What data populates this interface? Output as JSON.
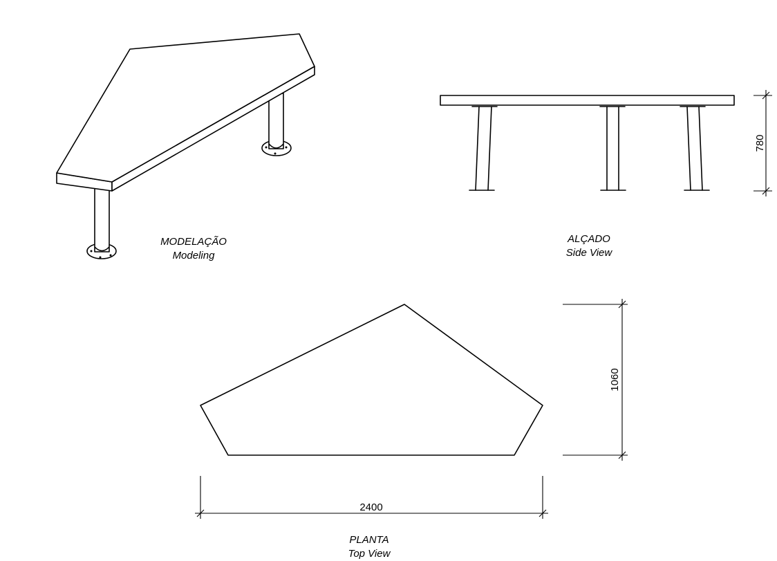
{
  "views": {
    "modeling": {
      "title_pt": "MODELAÇÃO",
      "title_en": "Modeling"
    },
    "side": {
      "title_pt": "ALÇADO",
      "title_en": "Side View",
      "height_dim": "780"
    },
    "top": {
      "title_pt": "PLANTA",
      "title_en": "Top View",
      "width_dim": "2400",
      "depth_dim": "1060"
    }
  }
}
